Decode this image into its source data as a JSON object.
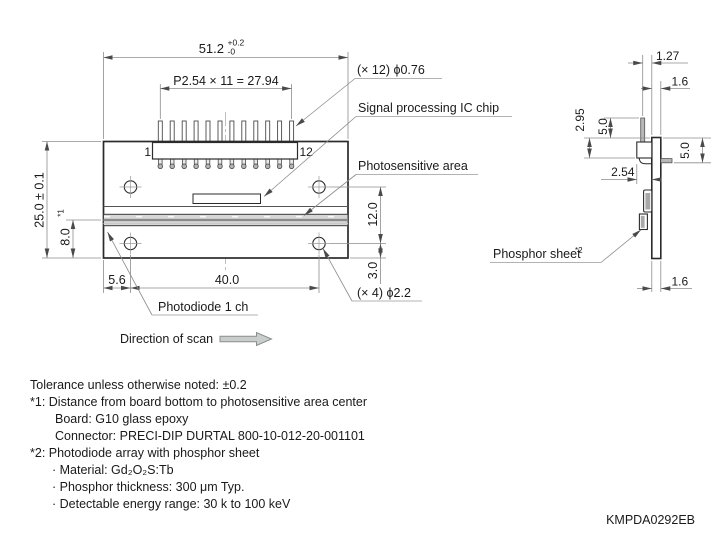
{
  "colors": {
    "line": "#2b2b2b",
    "dim_line": "#8c8c8c",
    "arrow": "#4a4a4a",
    "chip_gray": "#a8a8a8",
    "band_gray": "#d6d6d6",
    "scan_arrow_fill": "#c9cdcb",
    "scan_arrow_stroke": "#898f8d"
  },
  "front": {
    "pin_first": "1",
    "pin_last": "12",
    "dims": {
      "width": {
        "value": "51.2",
        "tol_plus": "+0.2",
        "tol_minus": "-0"
      },
      "pin_pitch": "P2.54 × 11 = 27.94",
      "height": "25.0 ± 0.1",
      "photo_center": {
        "value": "8.0",
        "sup": "*1"
      },
      "hole_left": "5.6",
      "hole_span_h": "40.0",
      "hole_span_v": "12.0",
      "hole_bottom": "3.0"
    },
    "labels": {
      "pin_holes": "(× 12) ϕ0.76",
      "ic_chip": "Signal processing IC chip",
      "photosensitive": "Photosensitive area",
      "photodiode": "Photodiode 1 ch",
      "mount_holes": "(× 4) ϕ2.2",
      "scan": "Direction of scan"
    }
  },
  "side": {
    "dims": {
      "pin_to_board": "1.27",
      "board_thickness_top": "1.6",
      "connector_height": "2.95",
      "pin_length_top": "5.0",
      "pin_length_bottom": "5.0",
      "connector_depth": "2.54",
      "board_thickness_bottom": "1.6"
    },
    "labels": {
      "phosphor": {
        "text": "Phosphor sheet",
        "sup": "*2"
      }
    }
  },
  "notes": {
    "lines": [
      {
        "text": "Tolerance unless otherwise noted: ±0.2"
      },
      {
        "text": "*1: Distance from board bottom to photosensitive area center"
      },
      {
        "text": "Board: G10 glass epoxy"
      },
      {
        "text": "Connector: PRECI-DIP DURTAL 800-10-012-20-001101"
      },
      {
        "text": "*2: Photodiode array with phosphor sheet"
      },
      {
        "text": "· Material: Gd₂O₂S:Tb"
      },
      {
        "text": "· Phosphor thickness: 300 μm Typ."
      },
      {
        "text": "· Detectable energy range: 30 k to 100 keV"
      }
    ]
  },
  "doc_number": "KMPDA0292EB"
}
